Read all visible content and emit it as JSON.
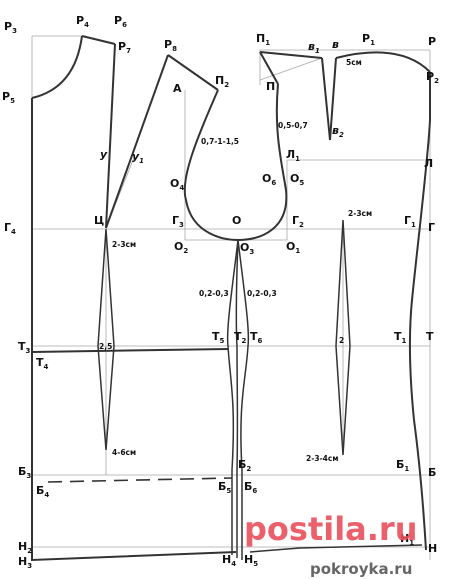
{
  "labels": {
    "R3": {
      "main": "Р",
      "sub": "3"
    },
    "R4": {
      "main": "Р",
      "sub": "4"
    },
    "R6": {
      "main": "Р",
      "sub": "6"
    },
    "R7": {
      "main": "Р",
      "sub": "7"
    },
    "R8": {
      "main": "Р",
      "sub": "8"
    },
    "R5": {
      "main": "Р",
      "sub": "5"
    },
    "P1": {
      "main": "П",
      "sub": "1"
    },
    "e1": {
      "main": "в",
      "sub": "1"
    },
    "e": {
      "main": "в",
      "sub": ""
    },
    "R1": {
      "main": "Р",
      "sub": "1"
    },
    "R": {
      "main": "Р",
      "sub": ""
    },
    "R2": {
      "main": "Р",
      "sub": "2"
    },
    "A": {
      "main": "А",
      "sub": ""
    },
    "P2": {
      "main": "П",
      "sub": "2"
    },
    "P": {
      "main": "П",
      "sub": ""
    },
    "e2": {
      "main": "в",
      "sub": "2"
    },
    "y": {
      "main": "у",
      "sub": ""
    },
    "y1": {
      "main": "у",
      "sub": "1"
    },
    "L1": {
      "main": "Л",
      "sub": "1"
    },
    "L": {
      "main": "Л",
      "sub": ""
    },
    "O4": {
      "main": "О",
      "sub": "4"
    },
    "O6": {
      "main": "О",
      "sub": "6"
    },
    "O5": {
      "main": "О",
      "sub": "5"
    },
    "G4": {
      "main": "Г",
      "sub": "4"
    },
    "C": {
      "main": "Ц",
      "sub": ""
    },
    "G3": {
      "main": "Г",
      "sub": "3"
    },
    "O": {
      "main": "О",
      "sub": ""
    },
    "G2": {
      "main": "Г",
      "sub": "2"
    },
    "G1": {
      "main": "Г",
      "sub": "1"
    },
    "G": {
      "main": "Г",
      "sub": ""
    },
    "O2": {
      "main": "О",
      "sub": "2"
    },
    "O3": {
      "main": "О",
      "sub": "3"
    },
    "O1": {
      "main": "О",
      "sub": "1"
    },
    "T3": {
      "main": "Т",
      "sub": "3"
    },
    "T4": {
      "main": "Т",
      "sub": "4"
    },
    "T5": {
      "main": "Т",
      "sub": "5"
    },
    "T2": {
      "main": "Т",
      "sub": "2"
    },
    "T6": {
      "main": "Т",
      "sub": "6"
    },
    "T1": {
      "main": "Т",
      "sub": "1"
    },
    "T": {
      "main": "Т",
      "sub": ""
    },
    "B3": {
      "main": "Б",
      "sub": "3"
    },
    "B4": {
      "main": "Б",
      "sub": "4"
    },
    "B2": {
      "main": "Б",
      "sub": "2"
    },
    "B5": {
      "main": "Б",
      "sub": "5"
    },
    "B6": {
      "main": "Б",
      "sub": "6"
    },
    "B1": {
      "main": "Б",
      "sub": "1"
    },
    "B": {
      "main": "Б",
      "sub": ""
    },
    "N2": {
      "main": "Н",
      "sub": "2"
    },
    "N3": {
      "main": "Н",
      "sub": "3"
    },
    "N4": {
      "main": "Н",
      "sub": "4"
    },
    "N5": {
      "main": "Н",
      "sub": "5"
    },
    "N1": {
      "main": "Н",
      "sub": "1"
    },
    "N": {
      "main": "Н",
      "sub": ""
    }
  },
  "measurements": {
    "front_dart_top": "5см",
    "armhole_back": "0,7-1-1,5",
    "armhole_front": "0,5-0,7",
    "back_dart_width": "2-3см",
    "front_dart_width": "2-3см",
    "side_left": "0,2-0,3",
    "side_right": "0,2-0,3",
    "back_dart_waist": "2,5",
    "front_dart_waist": "2",
    "back_dart_bottom": "4-6см",
    "front_dart_bottom": "2-3-4см"
  },
  "watermark": {
    "main": "postila.ru",
    "site": "pokroyka.ru"
  },
  "colors": {
    "line": "#333333",
    "construction": "#a8a8a8",
    "watermark": "#e8505b",
    "text": "#111111"
  }
}
